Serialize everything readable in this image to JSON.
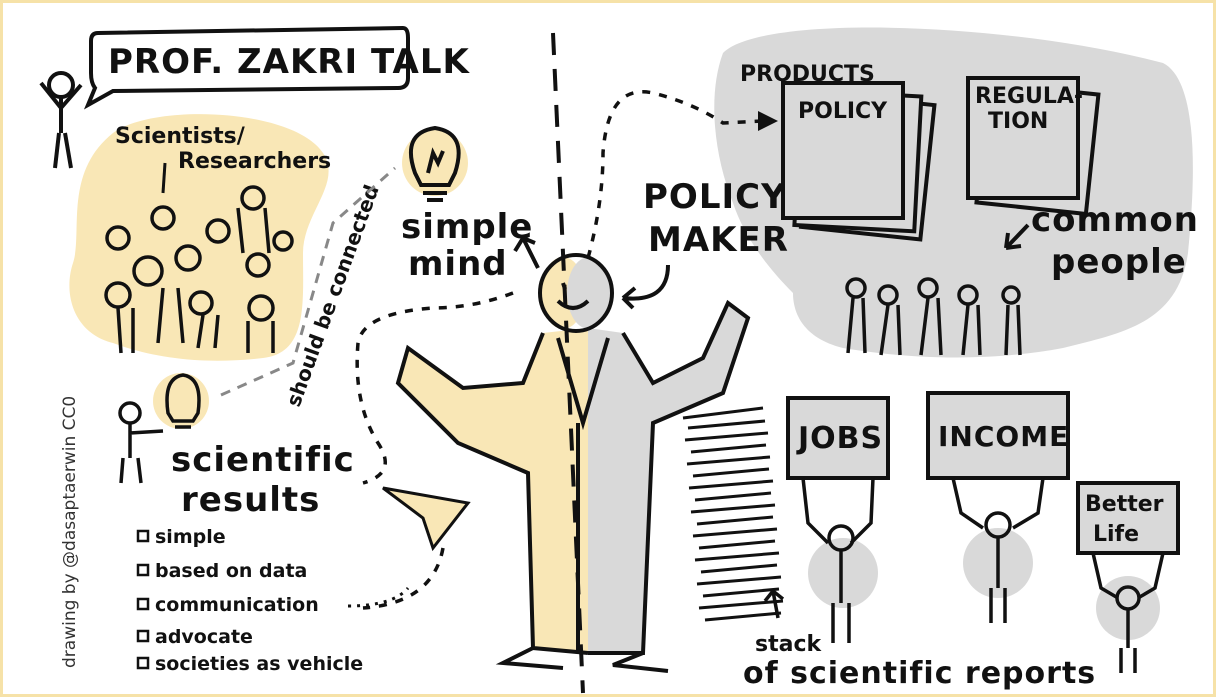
{
  "title": "PROF. ZAKRI TALK",
  "scientists_label": "Scientists/ Researchers",
  "simple_mind_label": "simple mind",
  "should_be_connected": "should be connected",
  "policy_maker_label": "POLICY MAKER",
  "products_label": "PRODUCTS",
  "policy_doc": "POLICY",
  "regulation_doc": "REGULA- TION",
  "common_people_label": "common people",
  "scientific_results_label": "scientific results",
  "bullets": [
    "simple",
    "based on data",
    "communication",
    "advocate",
    "societies as vehicle"
  ],
  "jobs_sign": "JOBS",
  "income_sign": "INCOME",
  "better_life_sign": "Better Life",
  "stack_label": "stack of scientific reports",
  "credit": "drawing by @dasaptaerwin CC0",
  "colors": {
    "highlight_yellow": "#f9e7b6",
    "highlight_gray": "#d9d9d9",
    "ink": "#111111",
    "frame": "#f6e2a8"
  }
}
